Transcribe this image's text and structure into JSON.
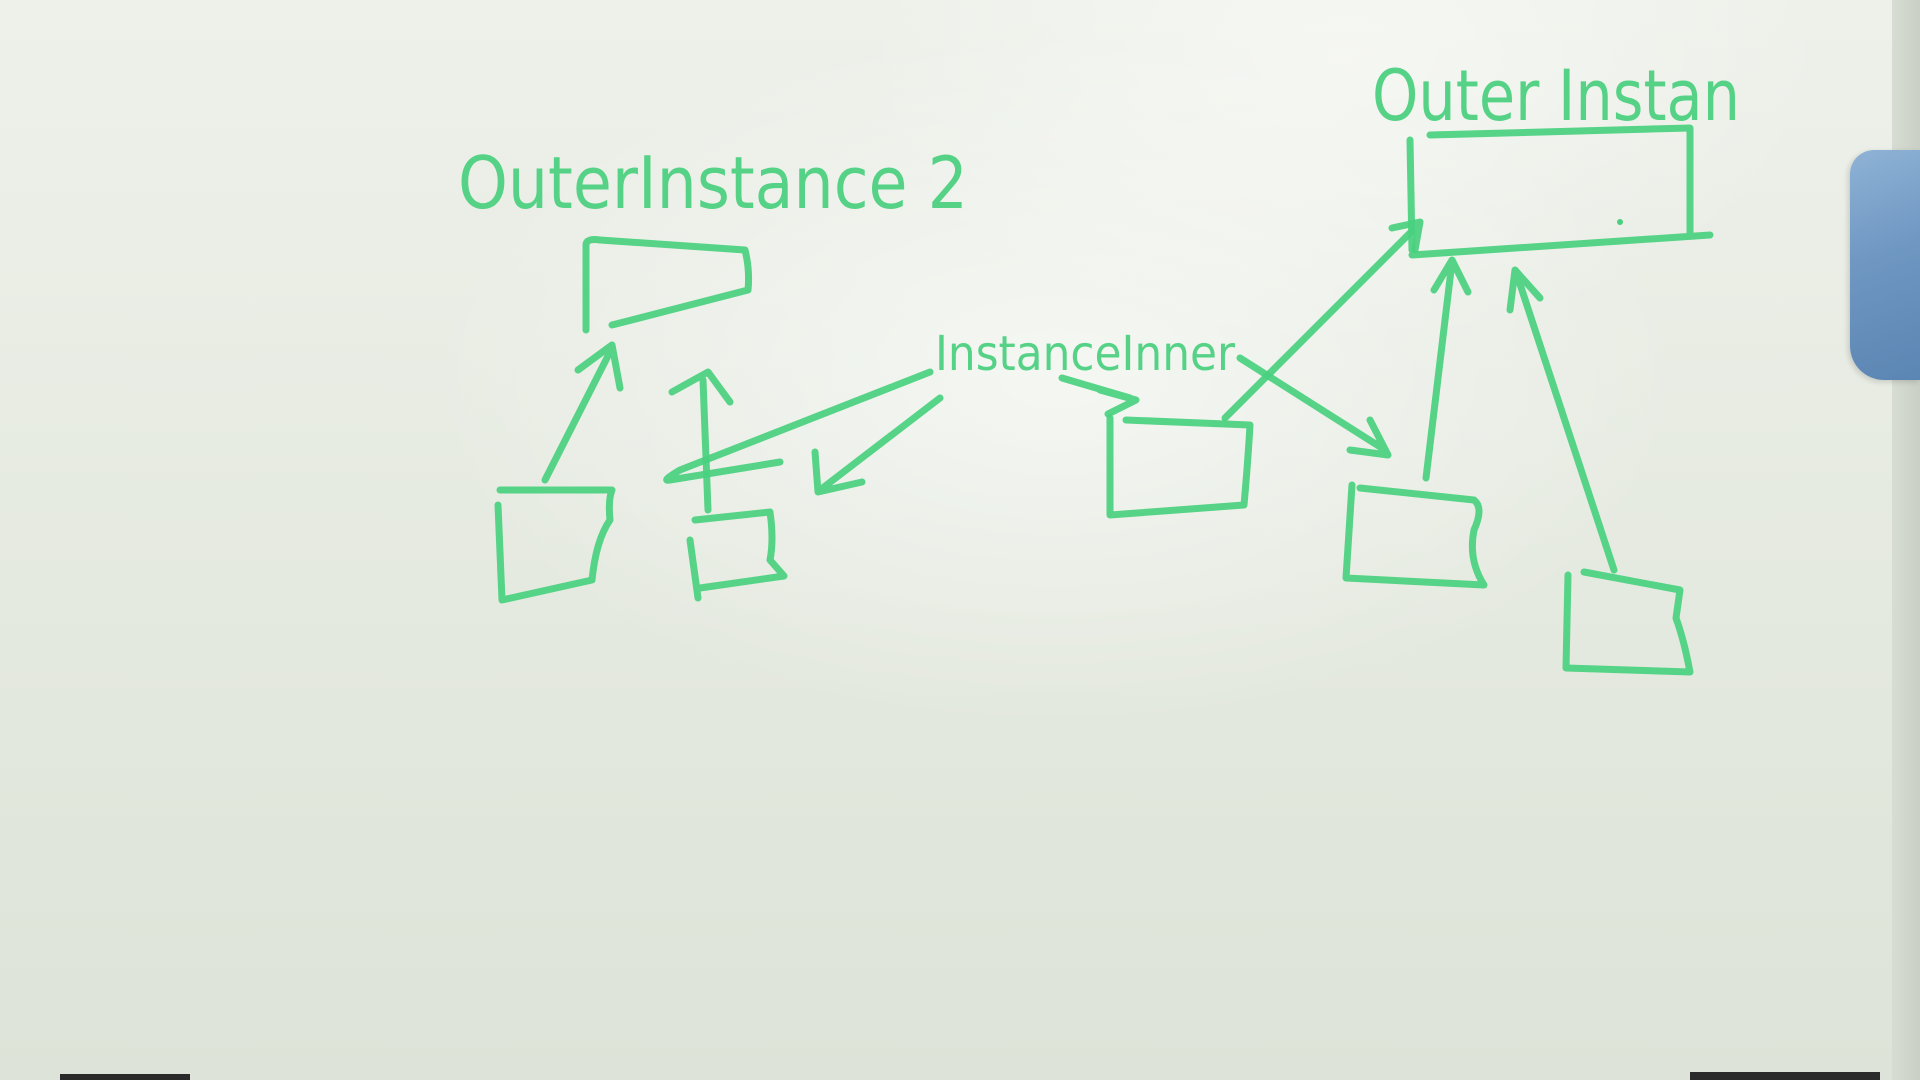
{
  "whiteboard": {
    "labels": {
      "outer_instance_2": "OuterInstance 2",
      "outer_instance": "Outer Instan",
      "instance_inner": "InstanceInner"
    },
    "ink_color": "#49d07e",
    "cloth_color": "#6f97c2"
  }
}
